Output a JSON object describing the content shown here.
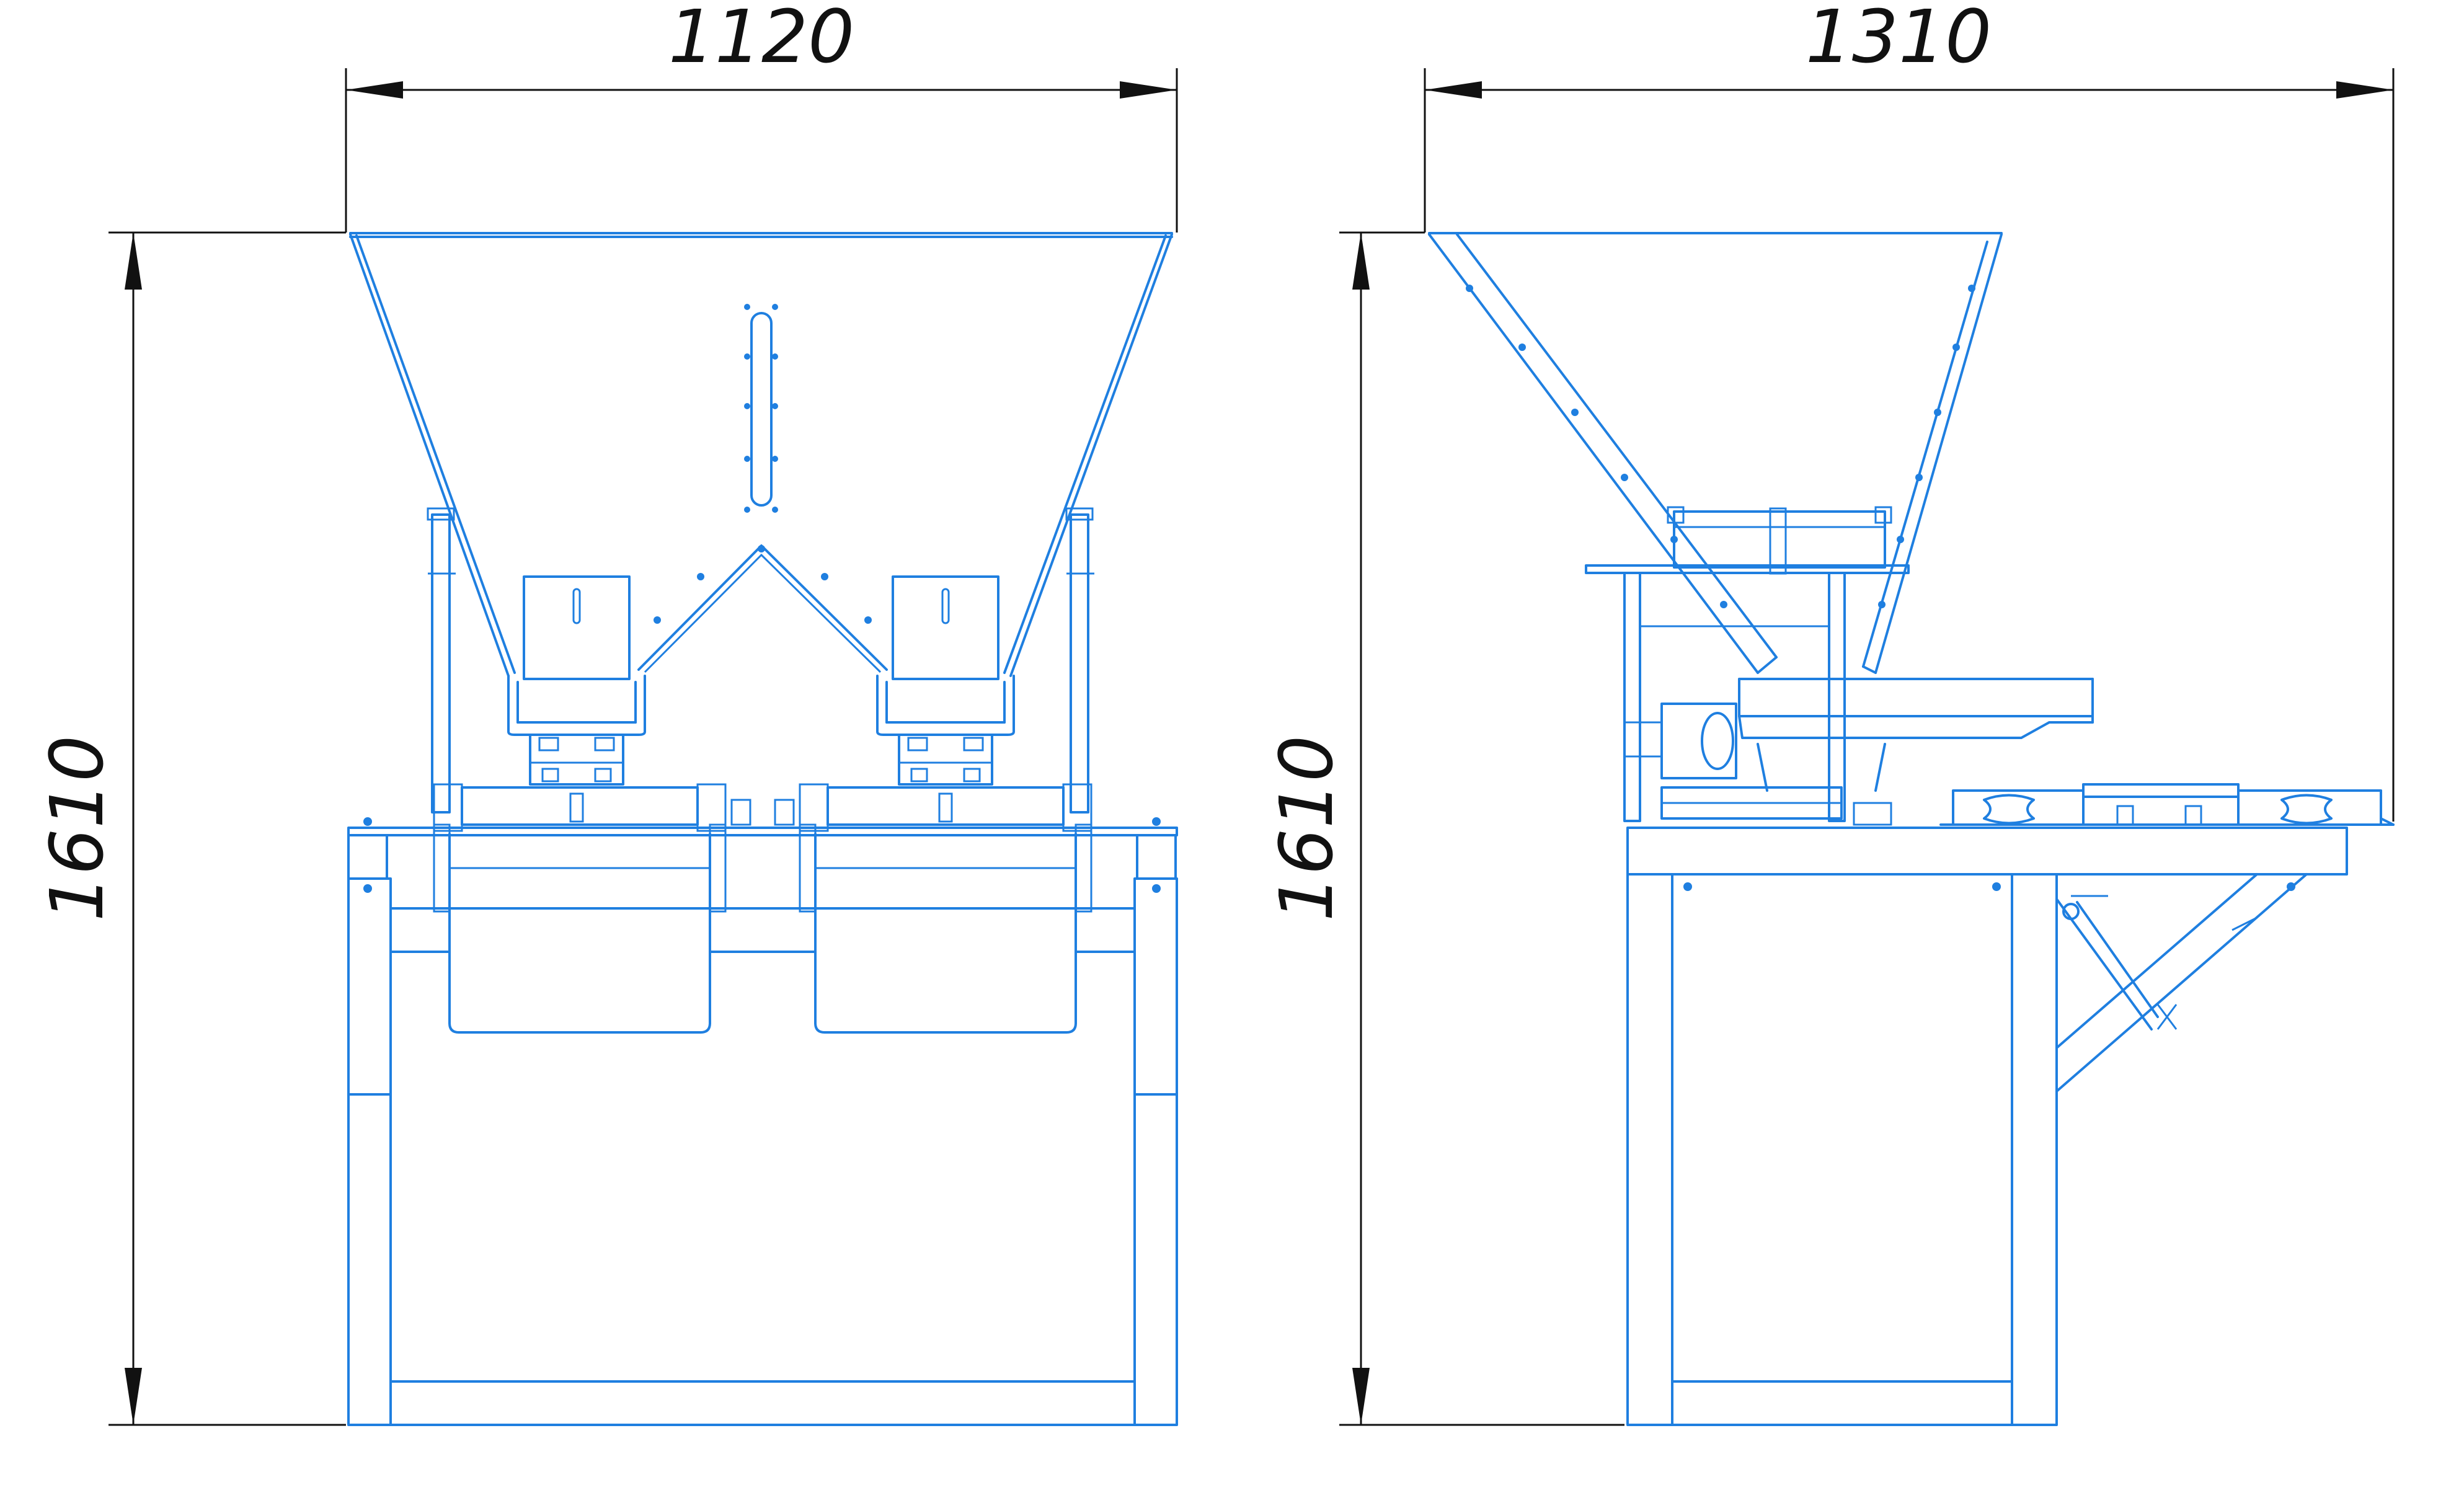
{
  "colors": {
    "outline": "#1f7fe0",
    "dimension": "#111111",
    "background": "#ffffff"
  },
  "front_view": {
    "width_label": "1120",
    "height_label": "1610"
  },
  "side_view": {
    "depth_label": "1310",
    "height_label": "1610"
  }
}
